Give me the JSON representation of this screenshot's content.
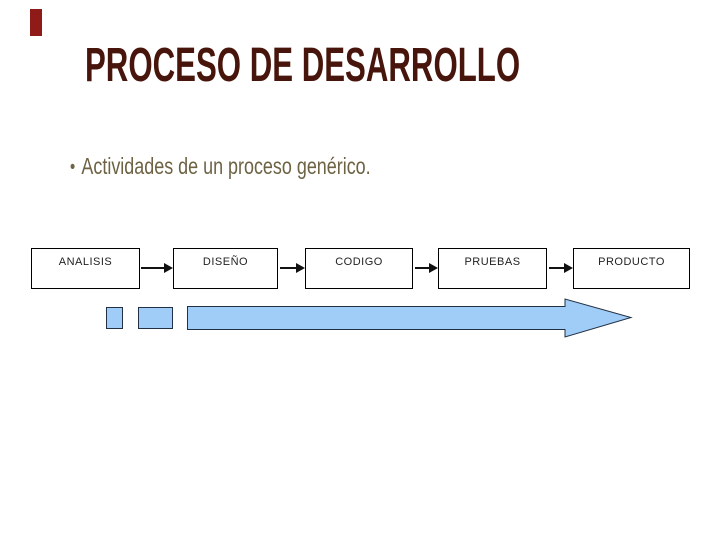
{
  "slide": {
    "title": "PROCESO DE DESARROLLO",
    "bullet_glyph": "•",
    "bullet_text": "Actividades de un proceso genérico."
  },
  "colors": {
    "background": "#ffffff",
    "accent_bar": "#8e1b17",
    "title_text": "#47150b",
    "body_text": "#6d6344",
    "box_border": "#000000",
    "box_text": "#222222",
    "connector": "#111111",
    "flow_fill": "#a0ccf8",
    "flow_stroke": "#223043"
  },
  "diagram": {
    "boxes": [
      {
        "label": "ANALISIS"
      },
      {
        "label": "DISEÑO"
      },
      {
        "label": "CODIGO"
      },
      {
        "label": "PRUEBAS"
      },
      {
        "label": "PRODUCTO"
      }
    ]
  }
}
